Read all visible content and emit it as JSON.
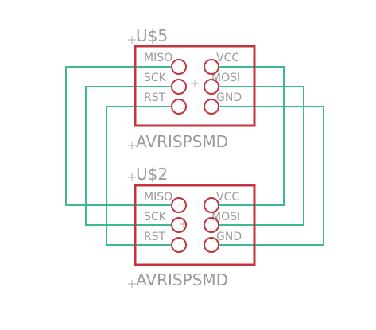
{
  "colors": {
    "background": "#ffffff",
    "part_outline": "#c4343f",
    "pin_circle": "#c4343f",
    "wire": "#3dba93",
    "text": "#9a9a9a",
    "origin_mark": "#b0b0b0"
  },
  "parts": [
    {
      "name": "U$5",
      "value": "AVRISPSMD",
      "pins_left": [
        "MISO",
        "SCK",
        "RST"
      ],
      "pins_right": [
        "VCC",
        "MOSI",
        "GND"
      ]
    },
    {
      "name": "U$2",
      "value": "AVRISPSMD",
      "pins_left": [
        "MISO",
        "SCK",
        "RST"
      ],
      "pins_right": [
        "VCC",
        "MOSI",
        "GND"
      ]
    }
  ],
  "nets": [
    {
      "from": "U$5.MISO",
      "to": "U$2.MISO"
    },
    {
      "from": "U$5.SCK",
      "to": "U$2.SCK"
    },
    {
      "from": "U$5.RST",
      "to": "U$2.RST"
    },
    {
      "from": "U$5.VCC",
      "to": "U$2.VCC"
    },
    {
      "from": "U$5.MOSI",
      "to": "U$2.MOSI"
    },
    {
      "from": "U$5.GND",
      "to": "U$2.GND"
    }
  ]
}
